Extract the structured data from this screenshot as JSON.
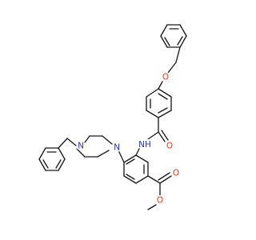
{
  "molecule": {
    "atom_labels": {
      "o_ether": "O",
      "n_amide": "NH",
      "o_amide": "O",
      "n_pip_benzyl": "N",
      "n_pip_aryl": "N",
      "o_carbonyl_ester": "O",
      "o_ester": "O"
    },
    "colors": {
      "carbon_bond": "#1a1a1a",
      "oxygen": "#e03c1c",
      "nitrogen": "#2b36c8",
      "background": "#ffffff"
    }
  }
}
